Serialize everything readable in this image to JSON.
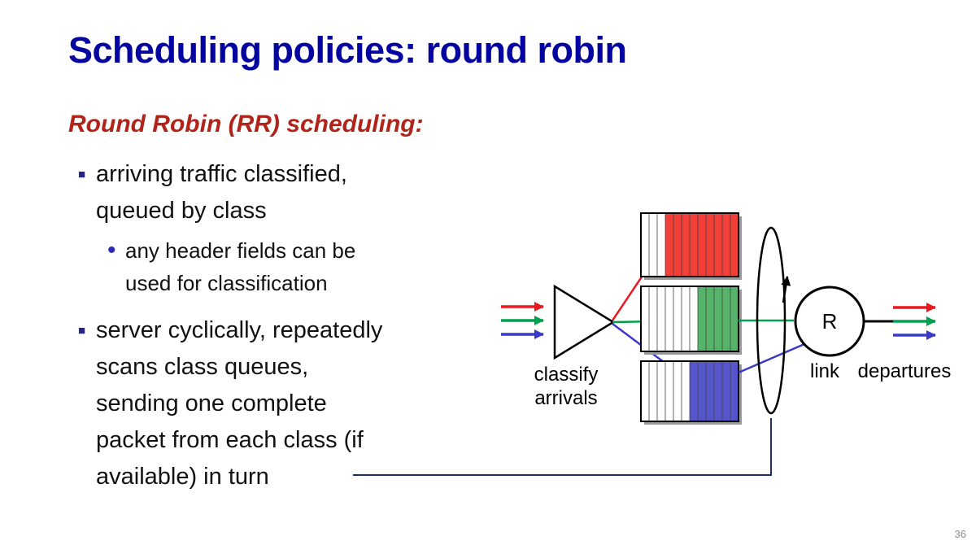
{
  "title": "Scheduling policies: round robin",
  "page_number": "36",
  "heading": "Round Robin (RR) scheduling:",
  "markers": {
    "square": "■",
    "dot": "•"
  },
  "bullets": [
    {
      "level": 1,
      "text": "arriving traffic classified,\nqueued by class"
    },
    {
      "level": 2,
      "text": "any header fields can be\nused for classification"
    },
    {
      "level": 1,
      "text": "server cyclically, repeatedly\nscans class queues,\nsending one complete\npacket from each class (if\navailable) in turn"
    }
  ],
  "diagram": {
    "labels": {
      "classify_line1": "classify",
      "classify_line2": "arrivals",
      "server": "R",
      "link": "link",
      "departures": "departures"
    },
    "colors": {
      "red": "#e8191f",
      "green": "#00a04e",
      "blue": "#3a3ac8",
      "red_fill": "#f23f38",
      "green_fill": "#55b36a",
      "blue_fill": "#5555cc",
      "black": "#000000",
      "callout": "#1f2d6e"
    }
  }
}
